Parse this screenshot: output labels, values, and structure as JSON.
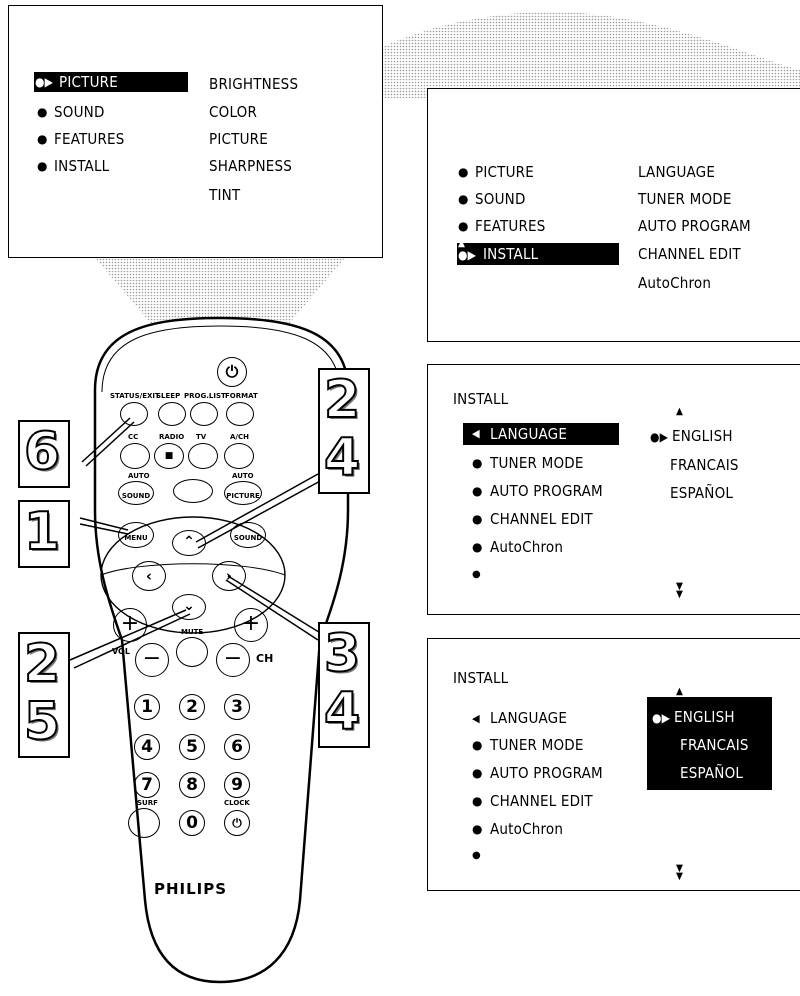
{
  "menu1": {
    "items": [
      {
        "label": "PICTURE",
        "selected": true
      },
      {
        "label": "SOUND",
        "selected": false
      },
      {
        "label": "FEATURES",
        "selected": false
      },
      {
        "label": "INSTALL",
        "selected": false
      }
    ],
    "submenu": [
      "BRIGHTNESS",
      "COLOR",
      "PICTURE",
      "SHARPNESS",
      "TINT"
    ]
  },
  "menu2": {
    "items": [
      {
        "label": "PICTURE",
        "selected": false
      },
      {
        "label": "SOUND",
        "selected": false
      },
      {
        "label": "FEATURES",
        "selected": false
      },
      {
        "label": "INSTALL",
        "selected": true
      }
    ],
    "submenu": [
      "LANGUAGE",
      "TUNER MODE",
      "AUTO PROGRAM",
      "CHANNEL EDIT",
      "AutoChron"
    ]
  },
  "menu3": {
    "title": "INSTALL",
    "items": [
      "LANGUAGE",
      "TUNER MODE",
      "AUTO PROGRAM",
      "CHANNEL EDIT",
      "AutoChron"
    ],
    "options": [
      "ENGLISH",
      "FRANCAIS",
      "ESPAÑOL"
    ]
  },
  "menu4": {
    "title": "INSTALL",
    "items": [
      "LANGUAGE",
      "TUNER MODE",
      "AUTO PROGRAM",
      "CHANNEL EDIT",
      "AutoChron"
    ],
    "options": [
      "ENGLISH",
      "FRANCAIS",
      "ESPAÑOL"
    ]
  },
  "remote": {
    "brand": "PHILIPS",
    "buttons": {
      "status_exit": "STATUS/EXIT",
      "sleep": "SLEEP",
      "prog_list": "PROG.LIST",
      "format": "FORMAT",
      "cc": "CC",
      "radio": "RADIO",
      "tv": "TV",
      "ach": "A/CH",
      "auto_sound_top": "AUTO",
      "auto_sound": "SOUND",
      "auto_picture_top": "AUTO",
      "auto_picture": "PICTURE",
      "menu": "MENU",
      "sound": "SOUND",
      "mute": "MUTE",
      "vol": "VOL",
      "ch": "CH",
      "surf": "SURF",
      "clock": "CLOCK"
    },
    "digits": [
      "1",
      "2",
      "3",
      "4",
      "5",
      "6",
      "7",
      "8",
      "9",
      "0"
    ]
  },
  "callouts": {
    "left_top": "6",
    "left_mid": "1",
    "left_bottom_a": "2",
    "left_bottom_b": "5",
    "right_top_a": "2",
    "right_top_b": "4",
    "right_bottom_a": "3",
    "right_bottom_b": "4"
  }
}
